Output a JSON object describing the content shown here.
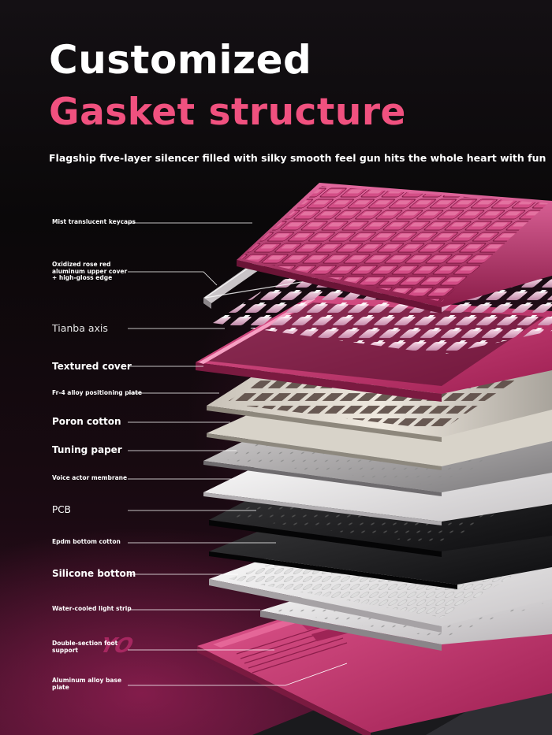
{
  "header": {
    "title_line1": "Customized",
    "title_line2": "Gasket structure",
    "subtitle": "Flagship five-layer silencer filled with silky smooth feel gun hits the whole heart with fun"
  },
  "colors": {
    "accent": "#f0517f",
    "background": "#0a0809",
    "case_pink": "#d23a78",
    "text": "#ffffff"
  },
  "layers": [
    {
      "label": "Mist translucent keycaps"
    },
    {
      "label": "Oxidized rose red aluminum upper cover + high-gloss edge"
    },
    {
      "label": "Tianba axis"
    },
    {
      "label": "Textured cover"
    },
    {
      "label": "Fr-4 alloy positioning plate"
    },
    {
      "label": "Poron cotton"
    },
    {
      "label": "Tuning paper"
    },
    {
      "label": "Voice actor membrane"
    },
    {
      "label": "PCB"
    },
    {
      "label": "Epdm bottom cotton"
    },
    {
      "label": "Silicone bottom"
    },
    {
      "label": "Water-cooled light strip"
    },
    {
      "label": "Double-section foot support"
    },
    {
      "label": "Aluminum alloy base plate"
    }
  ]
}
